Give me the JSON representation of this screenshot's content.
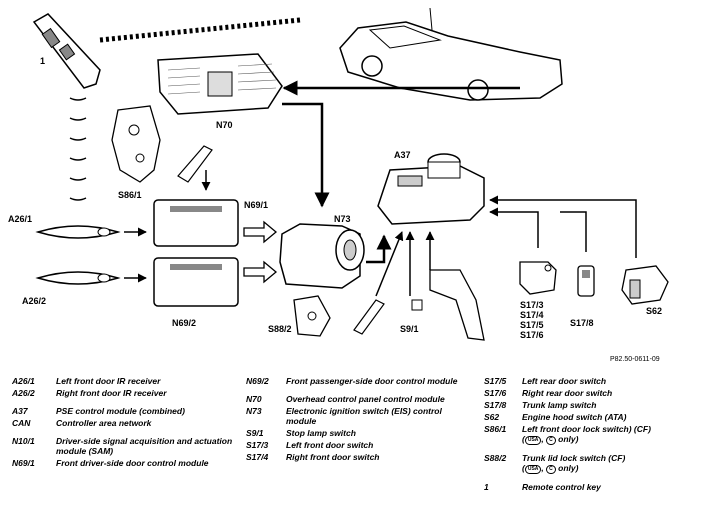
{
  "labels": {
    "key": "1",
    "n70": "N70",
    "s86_1": "S86/1",
    "n69_1": "N69/1",
    "a26_1": "A26/1",
    "a26_2": "A26/2",
    "n69_2": "N69/2",
    "n73": "N73",
    "a37": "A37",
    "s88_2": "S88/2",
    "s9_1": "S9/1",
    "s17_group": [
      "S17/3",
      "S17/4",
      "S17/5",
      "S17/6"
    ],
    "s17_8": "S17/8",
    "s62": "S62"
  },
  "reference": "P82.50-0611-09",
  "legend": {
    "col1": [
      {
        "code": "A26/1",
        "text": "Left front door IR receiver"
      },
      {
        "code": "A26/2",
        "text": "Right front door IR receiver"
      },
      {
        "code": "A37",
        "text": "PSE control module (combined)"
      },
      {
        "code": "CAN",
        "text": "Controller area network"
      },
      {
        "code": "N10/1",
        "text": "Driver-side signal acquisition and actuation module (SAM)"
      },
      {
        "code": "N69/1",
        "text": "Front driver-side door control module"
      }
    ],
    "col2": [
      {
        "code": "N69/2",
        "text": "Front passenger-side door control module"
      },
      {
        "code": "N70",
        "text": "Overhead control panel control module"
      },
      {
        "code": "N73",
        "text": "Electronic ignition switch (EIS) control module"
      },
      {
        "code": "S9/1",
        "text": "Stop lamp switch"
      },
      {
        "code": "S17/3",
        "text": "Left front door switch"
      },
      {
        "code": "S17/4",
        "text": "Right front door switch"
      }
    ],
    "col3": [
      {
        "code": "S17/5",
        "text": "Left rear door switch"
      },
      {
        "code": "S17/6",
        "text": "Right rear door switch"
      },
      {
        "code": "S17/8",
        "text": "Trunk lamp switch"
      },
      {
        "code": "S62",
        "text": "Engine hood switch (ATA)"
      },
      {
        "code": "S86/1",
        "text": "Left front door lock switch) (CF)",
        "badge1": "USA",
        "badge2": "C",
        "suffix": "only)"
      },
      {
        "code": "S88/2",
        "text": "Trunk lid lock switch (CF)",
        "badge1": "USA",
        "badge2": "C",
        "suffix": "only)"
      },
      {
        "code": "1",
        "text": "Remote control key"
      }
    ]
  }
}
